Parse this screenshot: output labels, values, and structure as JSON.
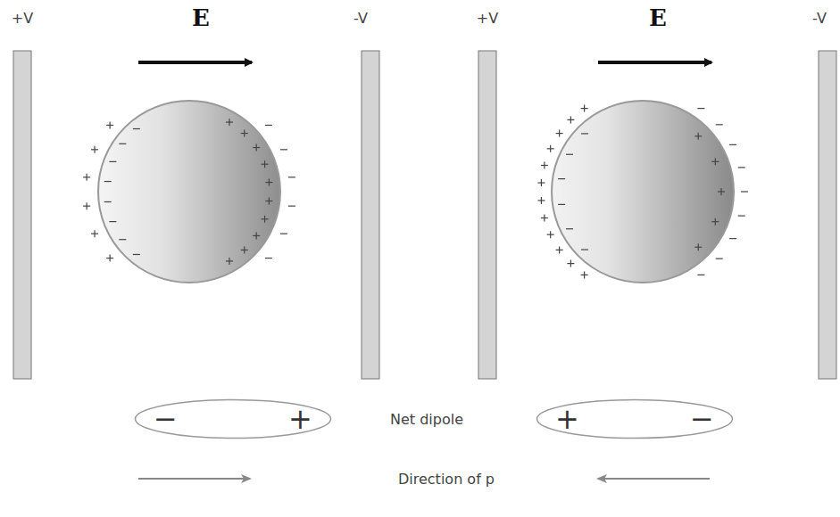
{
  "diagram": {
    "nodes": [
      {
        "text": [
          "−",
          "+"
        ]
      },
      {
        "text": [
          "+",
          "−"
        ]
      }
    ],
    "labels": [
      "+V",
      "E",
      "-V",
      "+V",
      "E",
      "-V",
      "Net dipole",
      "Direction of p"
    ]
  }
}
